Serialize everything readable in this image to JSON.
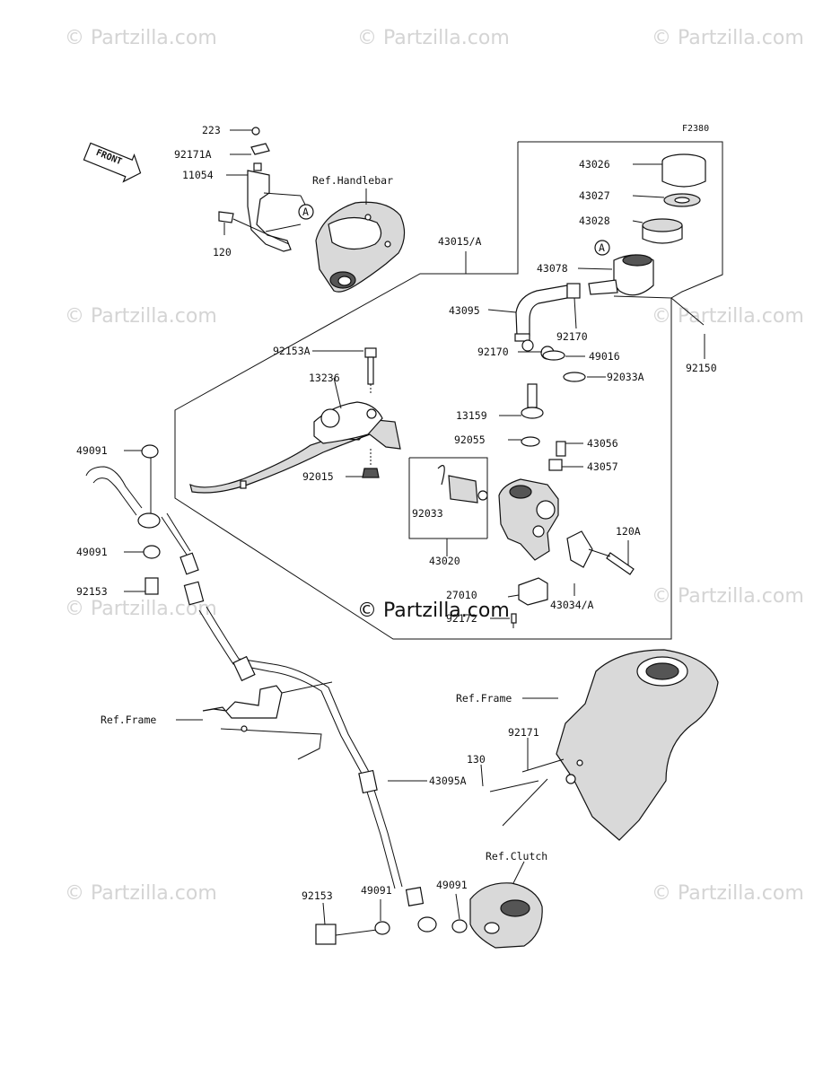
{
  "diagram_code": "F2380",
  "front_label": "FRONT",
  "callout_letter": "A",
  "watermark": "© Partzilla.com",
  "center_watermark": "© Partzilla.com",
  "labels": {
    "p223": "223",
    "p92171A": "92171A",
    "p11054": "11054",
    "p120": "120",
    "ref_handlebar": "Ref.Handlebar",
    "p43015A": "43015/A",
    "p43026": "43026",
    "p43027": "43027",
    "p43028": "43028",
    "p43078": "43078",
    "p43095": "43095",
    "p92170a": "92170",
    "p92170b": "92170",
    "p49016": "49016",
    "p92033A": "92033A",
    "p92150": "92150",
    "p92153A": "92153A",
    "p13236": "13236",
    "p13159": "13159",
    "p92055": "92055",
    "p43056": "43056",
    "p43057": "43057",
    "p92015": "92015",
    "p92033": "92033",
    "p43020": "43020",
    "p120A": "120A",
    "p27010": "27010",
    "p43034A": "43034/A",
    "p92172": "92172",
    "p49091a": "49091",
    "p49091b": "49091",
    "p92153a": "92153",
    "ref_frame_left": "Ref.Frame",
    "ref_frame_right": "Ref.Frame",
    "p43095A": "43095A",
    "p92171": "92171",
    "p130": "130",
    "ref_clutch": "Ref.Clutch",
    "p92153b": "92153",
    "p49091c": "49091",
    "p49091d": "49091"
  }
}
